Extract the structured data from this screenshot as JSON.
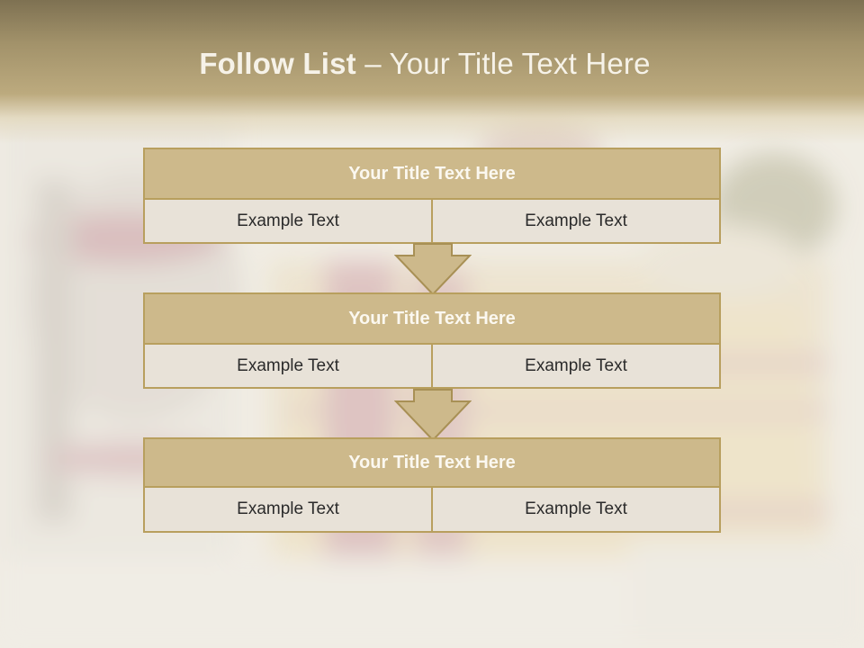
{
  "slide": {
    "title_bold": "Follow List",
    "title_rest": " – Your Title Text Here"
  },
  "blocks": [
    {
      "title": "Your Title Text Here",
      "left": "Example Text",
      "right": "Example Text"
    },
    {
      "title": "Your Title Text Here",
      "left": "Example Text",
      "right": "Example Text"
    },
    {
      "title": "Your Title Text Here",
      "left": "Example Text",
      "right": "Example Text"
    }
  ],
  "colors": {
    "header": "#a2926a",
    "block_title_fill": "#cdb98b",
    "border": "#b89f5e",
    "cell_fill": "#e8e2d8"
  }
}
